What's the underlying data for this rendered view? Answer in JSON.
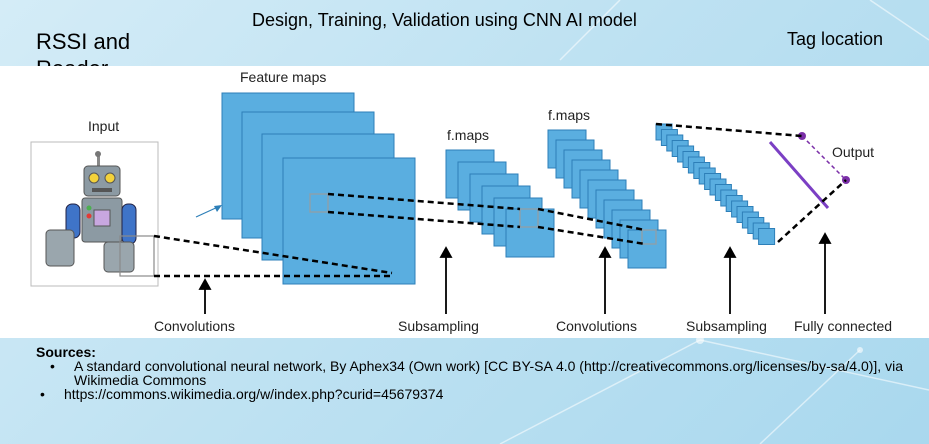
{
  "slide": {
    "title": "Design, Training, Validation using CNN AI model",
    "left_label": "RSSI and Reader Information",
    "right_label": "Tag location"
  },
  "figure": {
    "labels": {
      "input": "Input",
      "feature_maps": "Feature maps",
      "fmaps_1": "f.maps",
      "fmaps_2": "f.maps",
      "output": "Output"
    },
    "stages": [
      "Convolutions",
      "Subsampling",
      "Convolutions",
      "Subsampling",
      "Fully connected"
    ]
  },
  "sources": {
    "heading": "Sources:",
    "items": [
      {
        "text": "A standard convolutional neural network, By Aphex34 (Own work) [CC BY-SA 4.0 (http://creativecommons.org/licenses/by-sa/4.0)], via Wikimedia Commons"
      },
      {
        "text": "https://commons.wikimedia.org/w/index.php?curid=45679374"
      }
    ]
  },
  "colors": {
    "map_fill": "#5aaee0",
    "map_stroke": "#2d7fb8",
    "fc_line": "#7b3fc4",
    "node": "#7b2fa8"
  }
}
